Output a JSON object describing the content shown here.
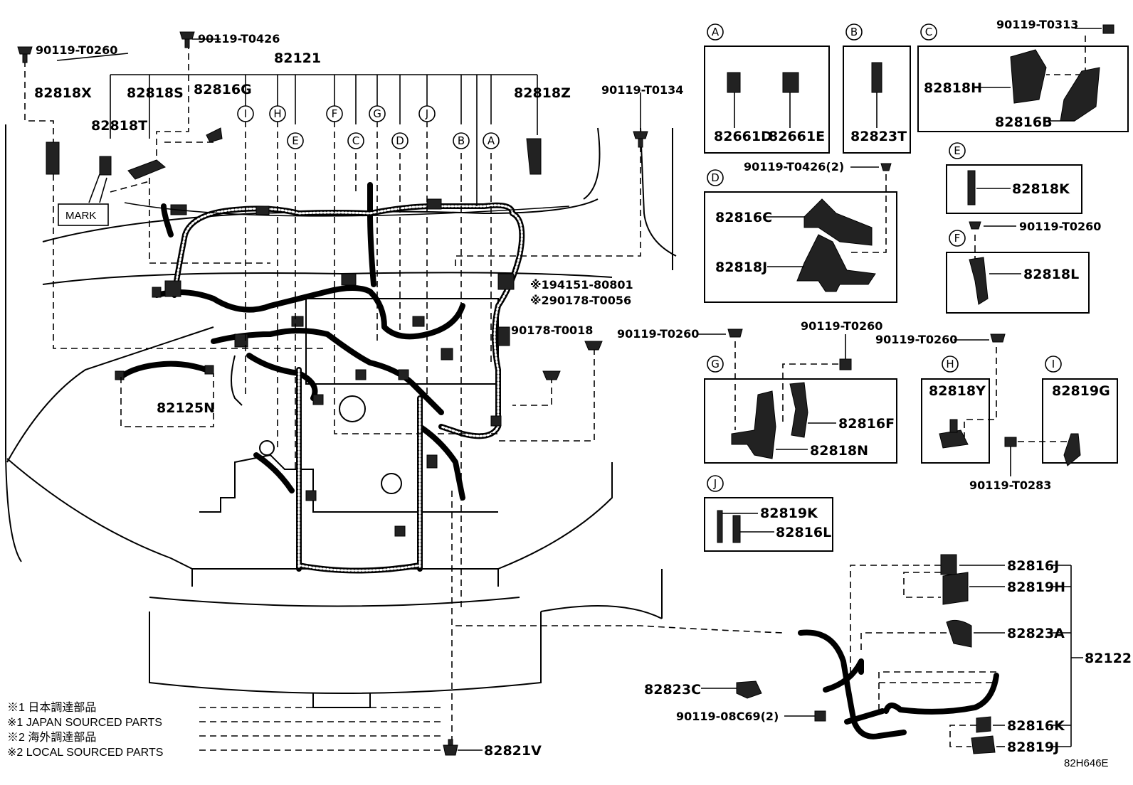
{
  "main_harness_callouts": {
    "harness_82121": "82121",
    "bolt_top_left": "90119-T0260",
    "bolt_top_center": "90119-T0426",
    "p_82818X": "82818X",
    "p_82818S": "82818S",
    "p_82816G": "82816G",
    "p_82818T": "82818T",
    "p_82818Z": "82818Z",
    "bolt_right": "90119-T0134",
    "mark_label": "MARK",
    "ref_194151": "※194151-80801",
    "ref_290178": "※290178-T0056",
    "nut_90178": "90178-T0018",
    "p_82125N": "82125N",
    "p_82821V": "82821V"
  },
  "circle_labels": [
    "I",
    "H",
    "E",
    "F",
    "C",
    "G",
    "D",
    "J",
    "B",
    "A"
  ],
  "detail_boxes": {
    "A": {
      "letter": "A",
      "parts": [
        "82661D",
        "82661E"
      ]
    },
    "B": {
      "letter": "B",
      "parts": [
        "82823T"
      ]
    },
    "C": {
      "letter": "C",
      "bolt": "90119-T0313",
      "parts": [
        "82818H",
        "82816B"
      ]
    },
    "D": {
      "letter": "D",
      "bolt": "90119-T0426(2)",
      "parts": [
        "82816C",
        "82818J"
      ]
    },
    "E": {
      "letter": "E",
      "parts": [
        "82818K"
      ]
    },
    "F": {
      "letter": "F",
      "bolt": "90119-T0260",
      "parts": [
        "82818L"
      ]
    },
    "G": {
      "letter": "G",
      "bolt_left": "90119-T0260",
      "bolt_top": "90119-T0260",
      "parts": [
        "82816F",
        "82818N"
      ]
    },
    "H": {
      "letter": "H",
      "bolt": "90119-T0260",
      "parts": [
        "82818Y"
      ]
    },
    "I": {
      "letter": "I",
      "bolt": "90119-T0283",
      "parts": [
        "82819G"
      ]
    },
    "J": {
      "letter": "J",
      "parts": [
        "82819K",
        "82816L"
      ]
    }
  },
  "sub_harness": {
    "assembly": "82122",
    "parts": [
      "82816J",
      "82819H",
      "82823A",
      "82816K",
      "82819J"
    ],
    "clip": "82823C",
    "bolt": "90119-08C69(2)"
  },
  "notes": [
    "※1 日本調達部品",
    "※1 JAPAN SOURCED PARTS",
    "※2 海外調達部品",
    "※2 LOCAL SOURCED PARTS"
  ],
  "figure_id": "82H646E"
}
